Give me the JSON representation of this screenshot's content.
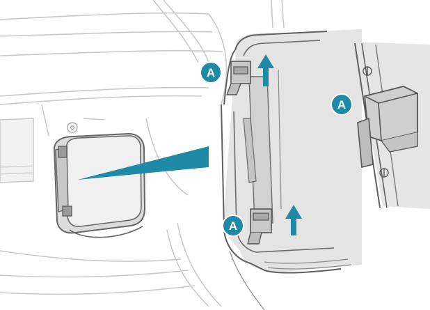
{
  "callouts": {
    "top_left": "A",
    "right": "A",
    "bottom": "A"
  },
  "colors": {
    "accent": "#1e8aa6",
    "accent_dark": "#176f87",
    "line": "#6f6f6f",
    "light_line": "#c9c9c9",
    "fill_light": "#eeeeee",
    "fill_mid": "#e2e2e2",
    "fill_dark": "#c8c8c8"
  },
  "icons": [
    "lock-icon",
    "up-arrow-icon",
    "pointer-wedge"
  ]
}
